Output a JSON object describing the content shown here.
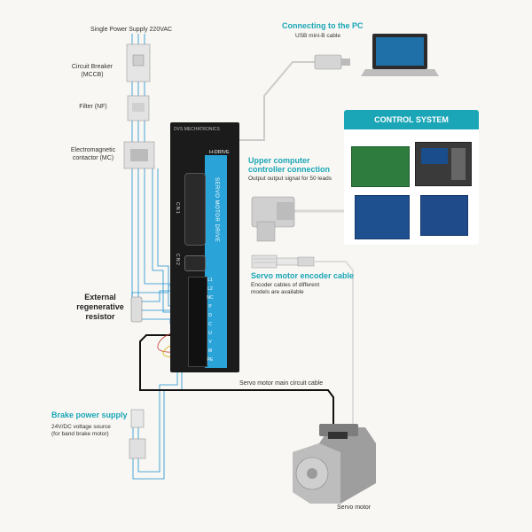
{
  "supply": {
    "label": "Single Power Supply 220VAC"
  },
  "breaker": {
    "label_line1": "Circuit Breaker",
    "label_line2": "(MCCB)"
  },
  "filter": {
    "label": "Filter (NF)"
  },
  "contactor": {
    "label_line1": "Electromagnetic",
    "label_line2": "contactor (MC)"
  },
  "resistor": {
    "label_line1": "External",
    "label_line2": "regenerative",
    "label_line3": "resistor"
  },
  "brake": {
    "title": "Brake power supply",
    "line1": "24V/DC voltage source",
    "line2": "(for band brake motor)"
  },
  "pc": {
    "title": "Connecting to the PC",
    "cable": "USB mini-B cable"
  },
  "control": {
    "title": "CONTROL SYSTEM"
  },
  "upper": {
    "title_line1": "Upper computer",
    "title_line2": "controller connection",
    "desc": "Output output signal for 50 leads"
  },
  "encoder": {
    "title": "Servo motor encoder cable",
    "line1": "Encoder cables of different",
    "line2": "models are available"
  },
  "main_cable": {
    "label": "Servo motor main circuit cable"
  },
  "motor": {
    "label": "Servo motor"
  },
  "drive": {
    "brand": "DVS MECHATRONICS",
    "model": "H-DRIVE",
    "series": "SERVO MOTOR DRIVE",
    "cn1": "C N 1",
    "cn2": "C N 2",
    "terminals": [
      "L1",
      "L2",
      "NC",
      "P",
      "D",
      "C",
      "U",
      "V",
      "W",
      "PE"
    ]
  },
  "colors": {
    "accent": "#1aa6b7",
    "wire": "#1c8fd0",
    "drive": "#1b1b1b",
    "stripe": "#2aa4d8"
  }
}
